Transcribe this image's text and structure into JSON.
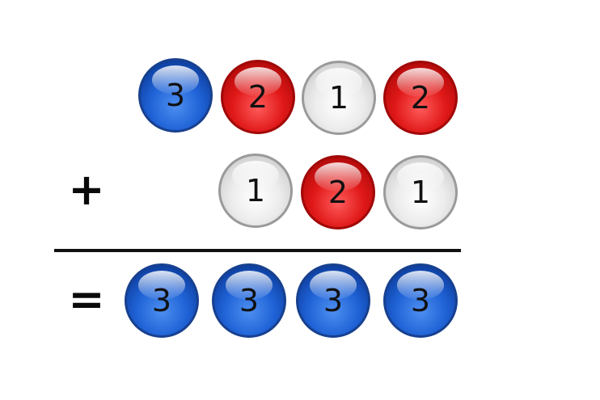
{
  "rows": [
    {
      "operator": "",
      "balls": [
        {
          "value": "3",
          "color": "blue"
        },
        {
          "value": "2",
          "color": "red"
        },
        {
          "value": "1",
          "color": "white"
        },
        {
          "value": "2",
          "color": "red"
        }
      ]
    },
    {
      "operator": "+",
      "balls": [
        {
          "value": "1",
          "color": "white"
        },
        {
          "value": "2",
          "color": "red"
        },
        {
          "value": "1",
          "color": "white"
        }
      ]
    },
    {
      "operator": "=",
      "balls": [
        {
          "value": "3",
          "color": "blue"
        },
        {
          "value": "3",
          "color": "blue"
        },
        {
          "value": "3",
          "color": "blue"
        },
        {
          "value": "3",
          "color": "blue"
        }
      ]
    }
  ],
  "colors": {
    "blue": "#1f62d6",
    "red": "#e01818",
    "white": "#ececec",
    "text": "#111111"
  }
}
